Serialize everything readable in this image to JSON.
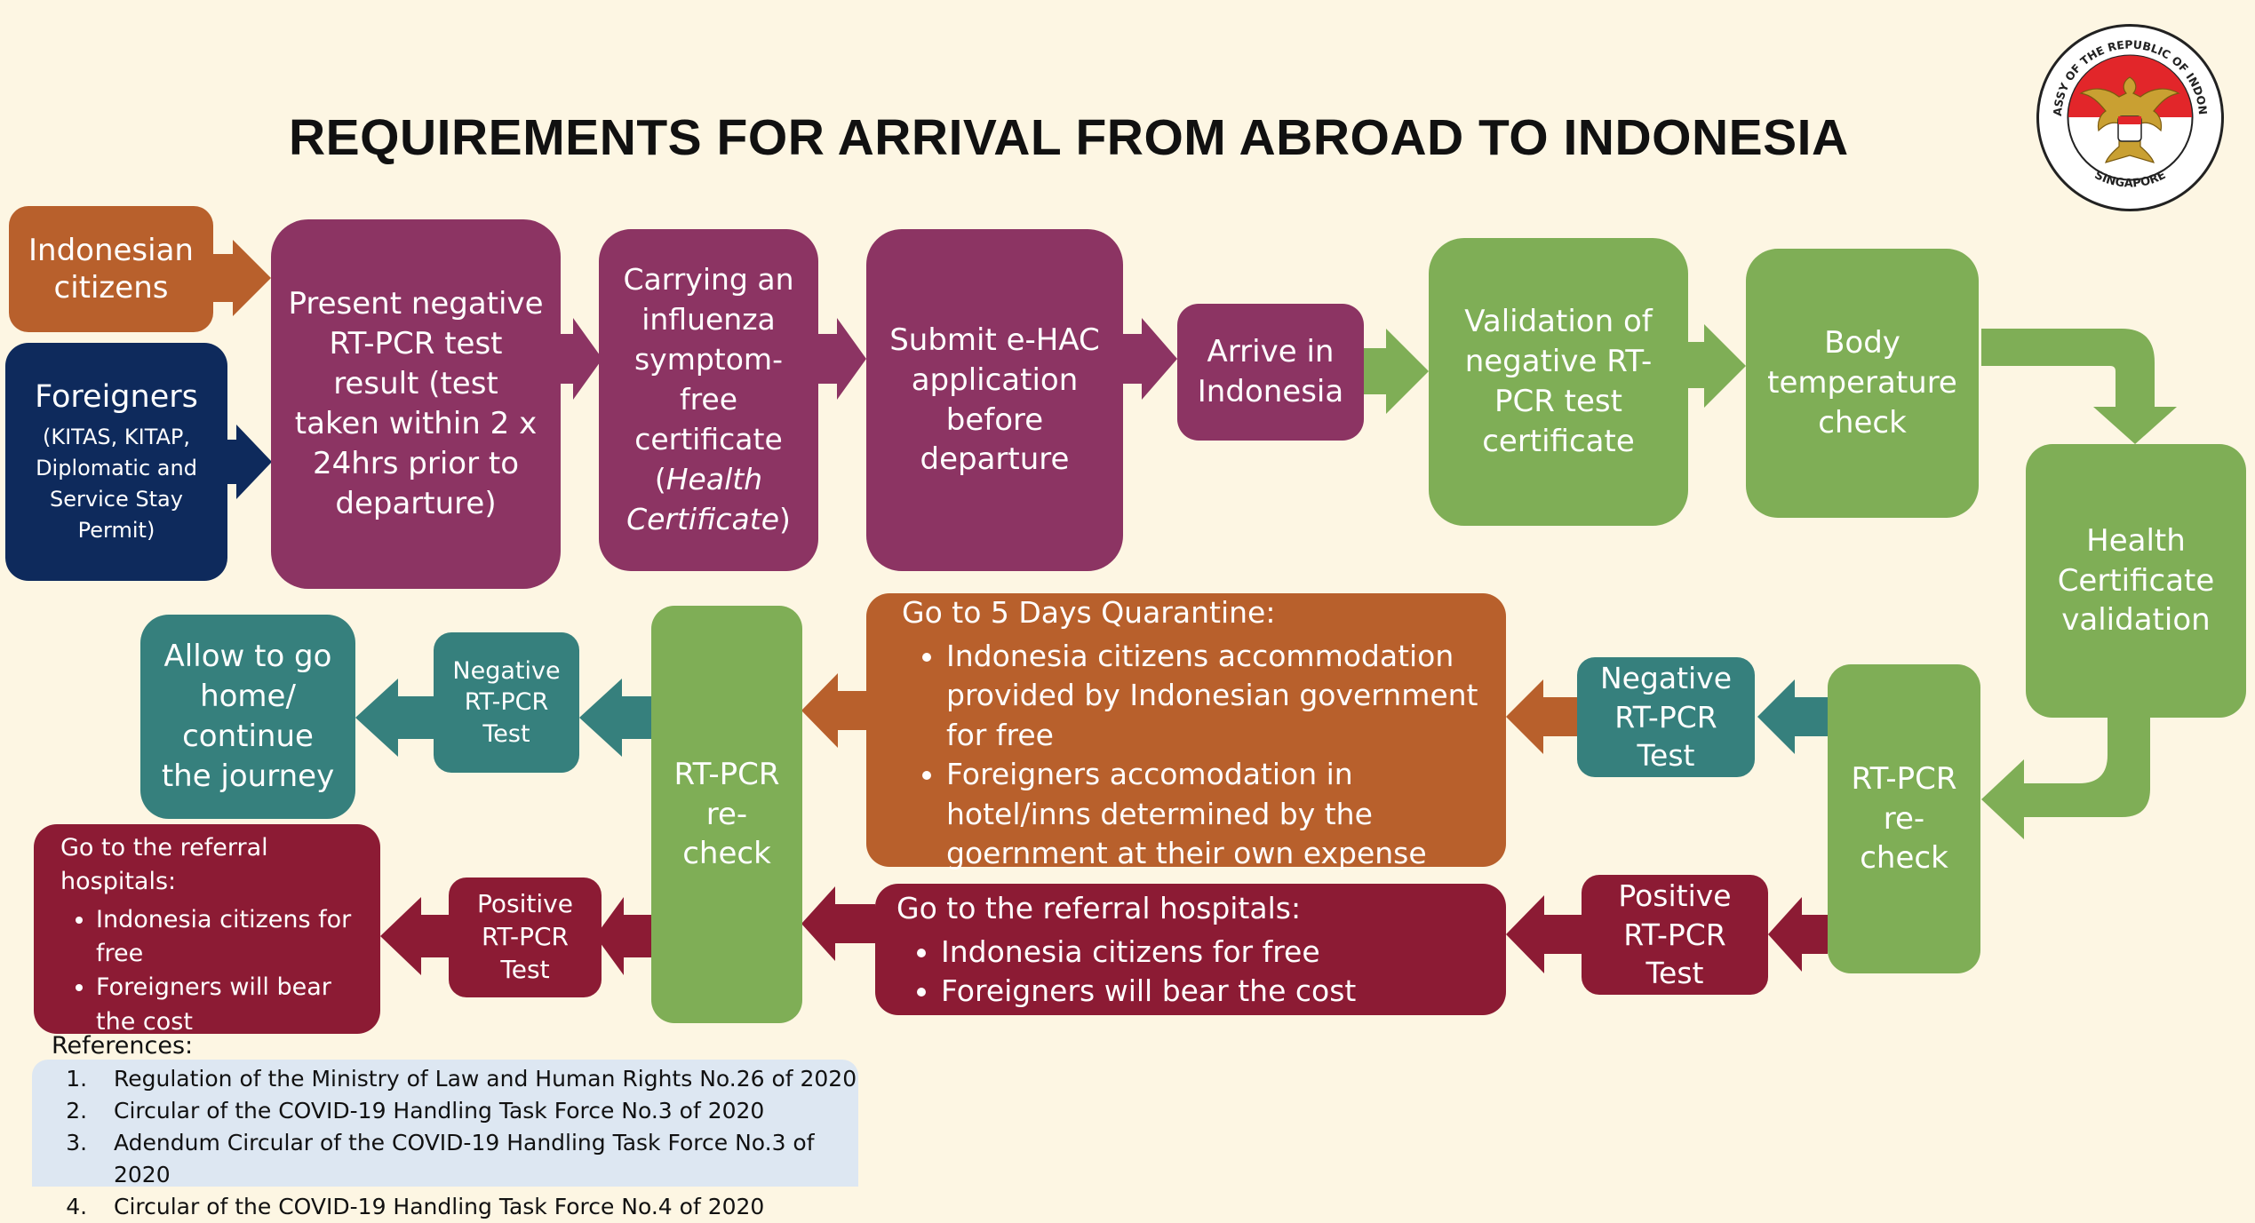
{
  "title": "REQUIREMENTS FOR ARRIVAL FROM ABROAD TO INDONESIA",
  "seal": {
    "top_text": "EMBASSY OF THE REPUBLIC OF INDONESIA",
    "bottom_text": "SINGAPORE"
  },
  "top_row": {
    "indonesian_citizens": "Indonesian\ncitizens",
    "foreigners_title": "Foreigners",
    "foreigners_detail": "(KITAS, KITAP,\nDiplomatic and\nService Stay\nPermit)",
    "present_negative": "Present negative\nRT-PCR test\nresult (test\ntaken within 2 x\n24hrs prior to\ndeparture)",
    "health_certificate_main": "Carrying an\ninfluenza\nsymptom-\nfree\ncertificate",
    "health_certificate_italic": "Health\nCertificate",
    "ehac": "Submit e-HAC\napplication\nbefore\ndeparture",
    "arrive": "Arrive in\nIndonesia",
    "validation": "Validation of\nnegative RT-\nPCR test\ncertificate",
    "body_temp": "Body\ntemperature\ncheck",
    "health_validation": "Health\nCertificate\nvalidation"
  },
  "right_recheck": "RT-PCR\nre-\ncheck",
  "middle_recheck": "RT-PCR\nre-\ncheck",
  "negative_test_right": "Negative\nRT-PCR\nTest",
  "positive_test_right": "Positive\nRT-PCR\nTest",
  "negative_test_left": "Negative\nRT-PCR\nTest",
  "positive_test_left": "Positive\nRT-PCR\nTest",
  "allow_home": "Allow to go\nhome/\ncontinue\nthe journey",
  "quarantine": {
    "heading": "Go to 5 Days Quarantine:",
    "items": [
      "Indonesia citizens accommodation provided by Indonesian government for free",
      "Foreigners accomodation in hotel/inns determined by the goernment at their own expense"
    ]
  },
  "referral_right": {
    "heading": "Go to the referral hospitals:",
    "items": [
      "Indonesia citizens for free",
      "Foreigners will bear the cost"
    ]
  },
  "referral_left": {
    "heading": "Go to the referral hospitals:",
    "items": [
      "Indonesia citizens for free",
      "Foreigners will bear the cost"
    ]
  },
  "references": {
    "label": "References:",
    "items": [
      "Regulation of the Ministry of Law and Human Rights No.26 of 2020",
      "Circular of the COVID-19 Handling Task Force No.3 of 2020",
      "Adendum Circular of the COVID-19 Handling Task Force No.3 of 2020",
      "Circular of the COVID-19 Handling Task Force No.4 of 2020"
    ]
  },
  "colors": {
    "background": "#fdf6e3",
    "purple": "#8c3463",
    "green": "#7fae56",
    "teal": "#36807d",
    "orange": "#b8602c",
    "navy": "#0e2a5c",
    "red": "#8c1b34"
  }
}
